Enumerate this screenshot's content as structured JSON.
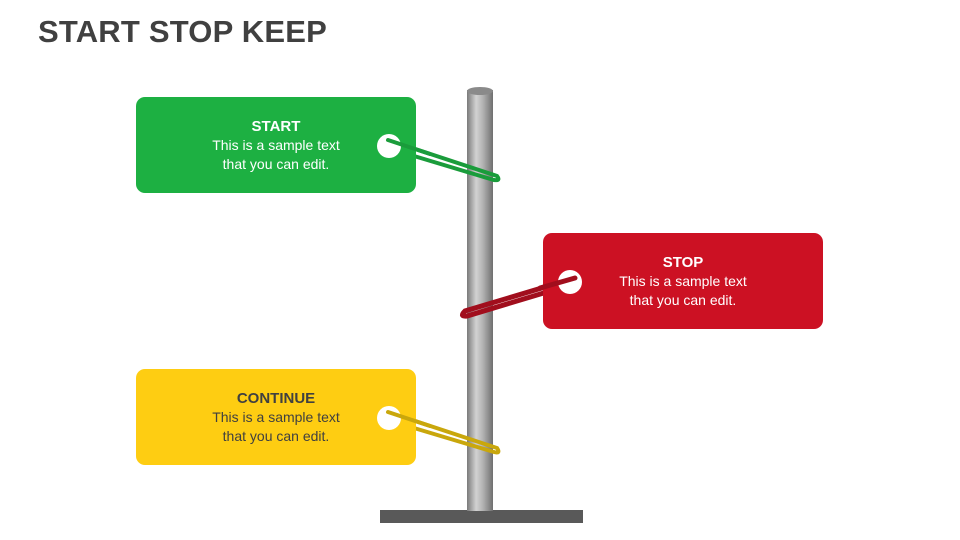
{
  "title": "START STOP KEEP",
  "tags": [
    {
      "id": "start",
      "heading": "START",
      "line1": "This is a sample text",
      "line2": "that you can edit.",
      "color": "#1db042",
      "text_color": "#ffffff",
      "clip_color": "#1a9c3b"
    },
    {
      "id": "stop",
      "heading": "STOP",
      "line1": "This is a sample text",
      "line2": "that you can edit.",
      "color": "#cc1123",
      "text_color": "#ffffff",
      "clip_color": "#a10e1d"
    },
    {
      "id": "continue",
      "heading": "CONTINUE",
      "line1": "This is a sample text",
      "line2": "that you can edit.",
      "color": "#fecd12",
      "text_color": "#404040",
      "clip_color": "#c9a70c"
    }
  ],
  "colors": {
    "pole": "#9a9a9a",
    "base": "#595959"
  }
}
